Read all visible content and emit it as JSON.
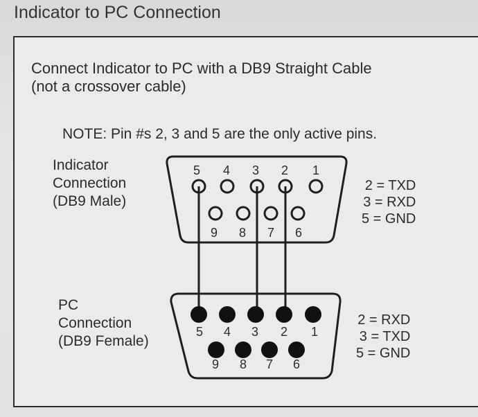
{
  "title": "Indicator to PC Connection",
  "intro": {
    "line1": "Connect Indicator to PC with a DB9 Straight Cable",
    "line2": "(not a crossover cable)"
  },
  "note": "NOTE: Pin #s 2, 3 and 5 are the only active pins.",
  "indicator": {
    "label_lines": [
      "Indicator",
      "Connection",
      "(DB9 Male)"
    ],
    "top_pins": [
      "5",
      "4",
      "3",
      "2",
      "1"
    ],
    "bottom_pins": [
      "9",
      "8",
      "7",
      "6"
    ],
    "signals": [
      "2 = TXD",
      "3 = RXD",
      "5 = GND"
    ]
  },
  "pc": {
    "label_lines": [
      "PC",
      "Connection",
      "(DB9 Female)"
    ],
    "top_pins": [
      "5",
      "4",
      "3",
      "2",
      "1"
    ],
    "bottom_pins": [
      "9",
      "8",
      "7",
      "6"
    ],
    "signals": [
      "2 = RXD",
      "3 = TXD",
      "5 = GND"
    ]
  },
  "active_pins": [
    "5",
    "3",
    "2"
  ]
}
